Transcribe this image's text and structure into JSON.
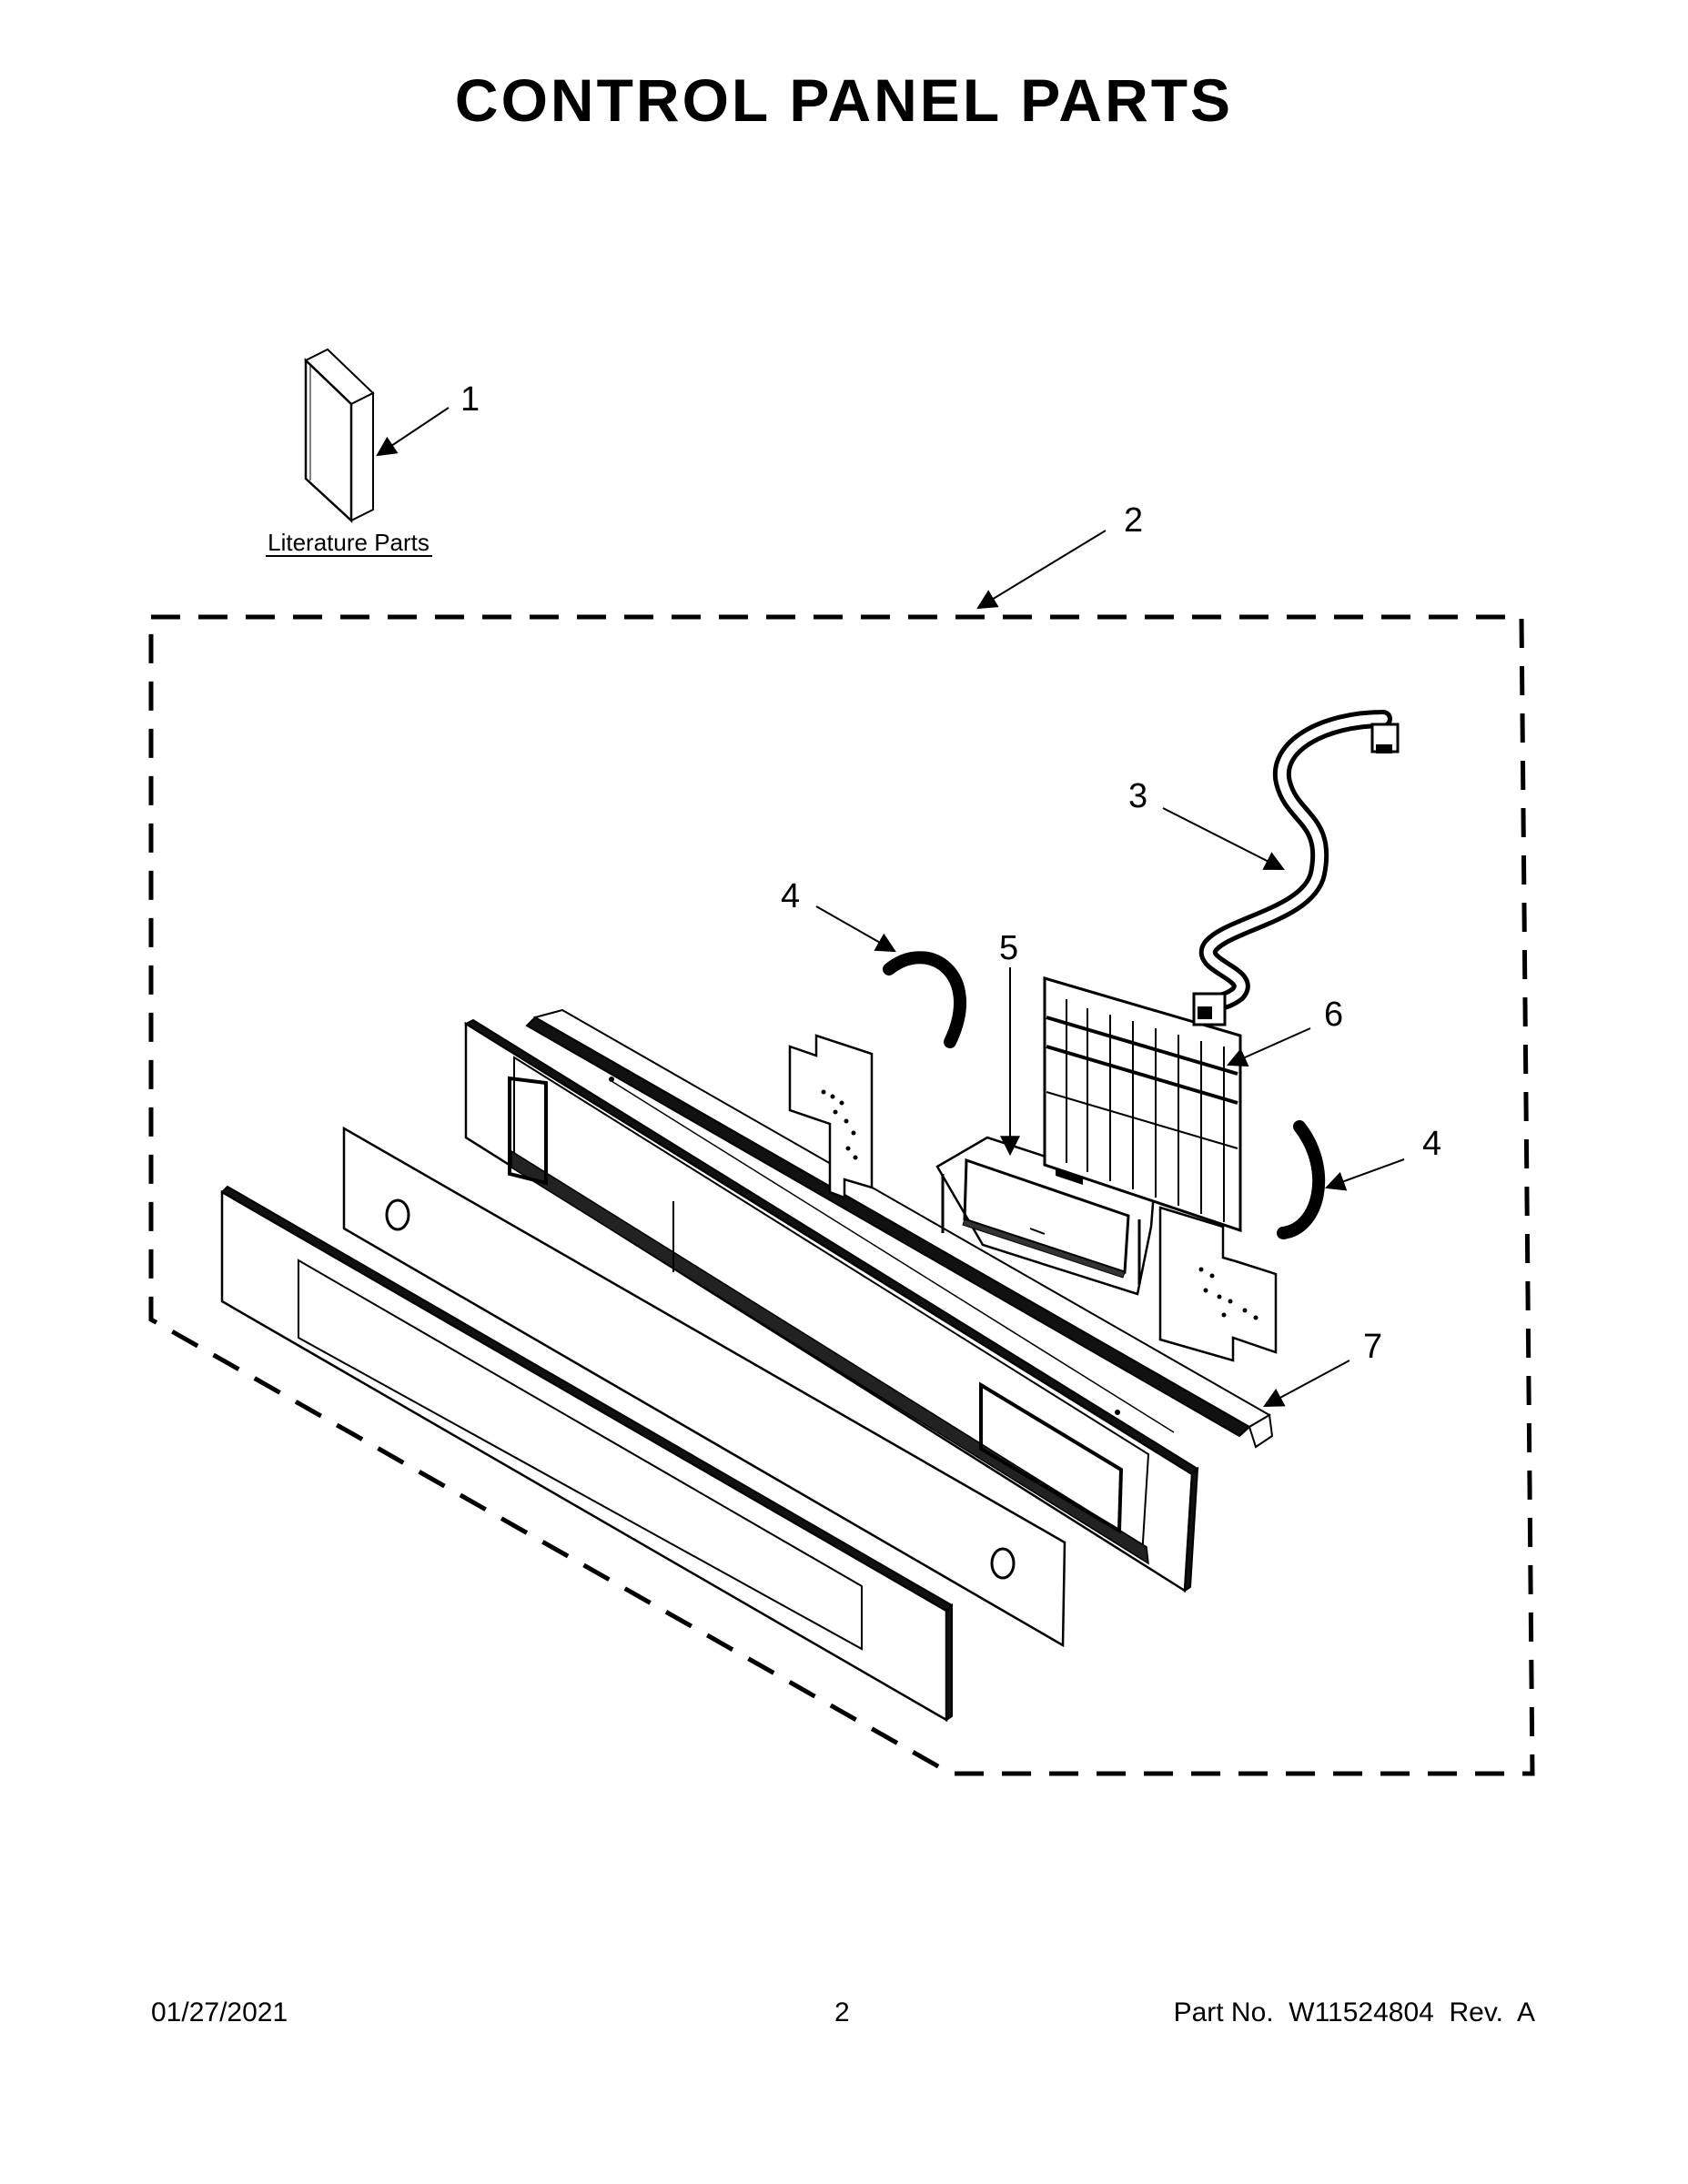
{
  "page": {
    "title": "CONTROL PANEL PARTS"
  },
  "literature": {
    "label": "Literature Parts"
  },
  "callouts": {
    "c1": "1",
    "c2": "2",
    "c3": "3",
    "c4a": "4",
    "c4b": "4",
    "c5": "5",
    "c6": "6",
    "c7": "7"
  },
  "footer": {
    "date": "01/27/2021",
    "page_number": "2",
    "part": "Part No.  W11524804  Rev.  A"
  }
}
